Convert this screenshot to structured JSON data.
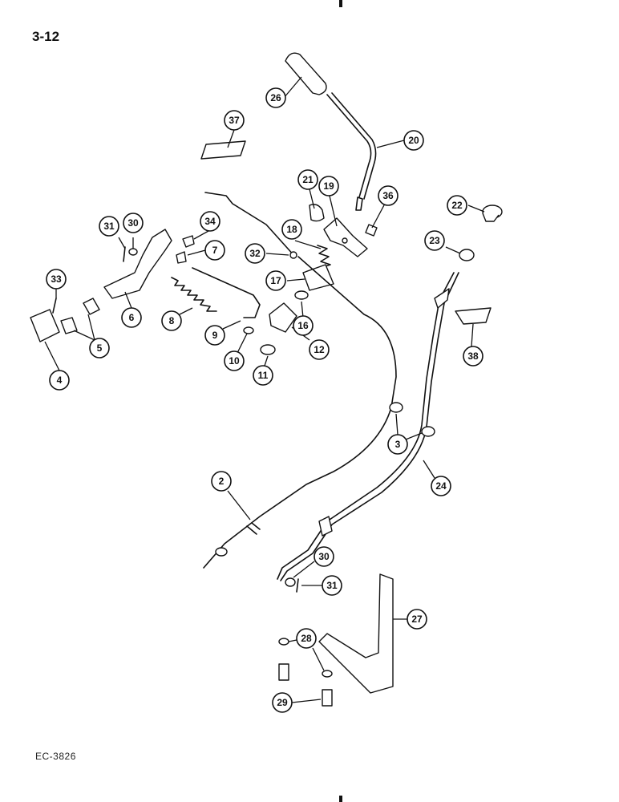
{
  "page_number": "3-12",
  "figure_code": "EC-3826",
  "callouts": [
    {
      "id": "c26",
      "label": "26"
    },
    {
      "id": "c37",
      "label": "37"
    },
    {
      "id": "c20",
      "label": "20"
    },
    {
      "id": "c21",
      "label": "21"
    },
    {
      "id": "c19",
      "label": "19"
    },
    {
      "id": "c36",
      "label": "36"
    },
    {
      "id": "c22",
      "label": "22"
    },
    {
      "id": "c31a",
      "label": "31"
    },
    {
      "id": "c30a",
      "label": "30"
    },
    {
      "id": "c34",
      "label": "34"
    },
    {
      "id": "c18",
      "label": "18"
    },
    {
      "id": "c23",
      "label": "23"
    },
    {
      "id": "c7",
      "label": "7"
    },
    {
      "id": "c32",
      "label": "32"
    },
    {
      "id": "c33",
      "label": "33"
    },
    {
      "id": "c17",
      "label": "17"
    },
    {
      "id": "c6",
      "label": "6"
    },
    {
      "id": "c8",
      "label": "8"
    },
    {
      "id": "c16",
      "label": "16"
    },
    {
      "id": "c5",
      "label": "5"
    },
    {
      "id": "c9",
      "label": "9"
    },
    {
      "id": "c12",
      "label": "12"
    },
    {
      "id": "c38",
      "label": "38"
    },
    {
      "id": "c10",
      "label": "10"
    },
    {
      "id": "c11",
      "label": "11"
    },
    {
      "id": "c4",
      "label": "4"
    },
    {
      "id": "c3",
      "label": "3"
    },
    {
      "id": "c2",
      "label": "2"
    },
    {
      "id": "c24",
      "label": "24"
    },
    {
      "id": "c30b",
      "label": "30"
    },
    {
      "id": "c31b",
      "label": "31"
    },
    {
      "id": "c27",
      "label": "27"
    },
    {
      "id": "c28",
      "label": "28"
    },
    {
      "id": "c29",
      "label": "29"
    }
  ]
}
